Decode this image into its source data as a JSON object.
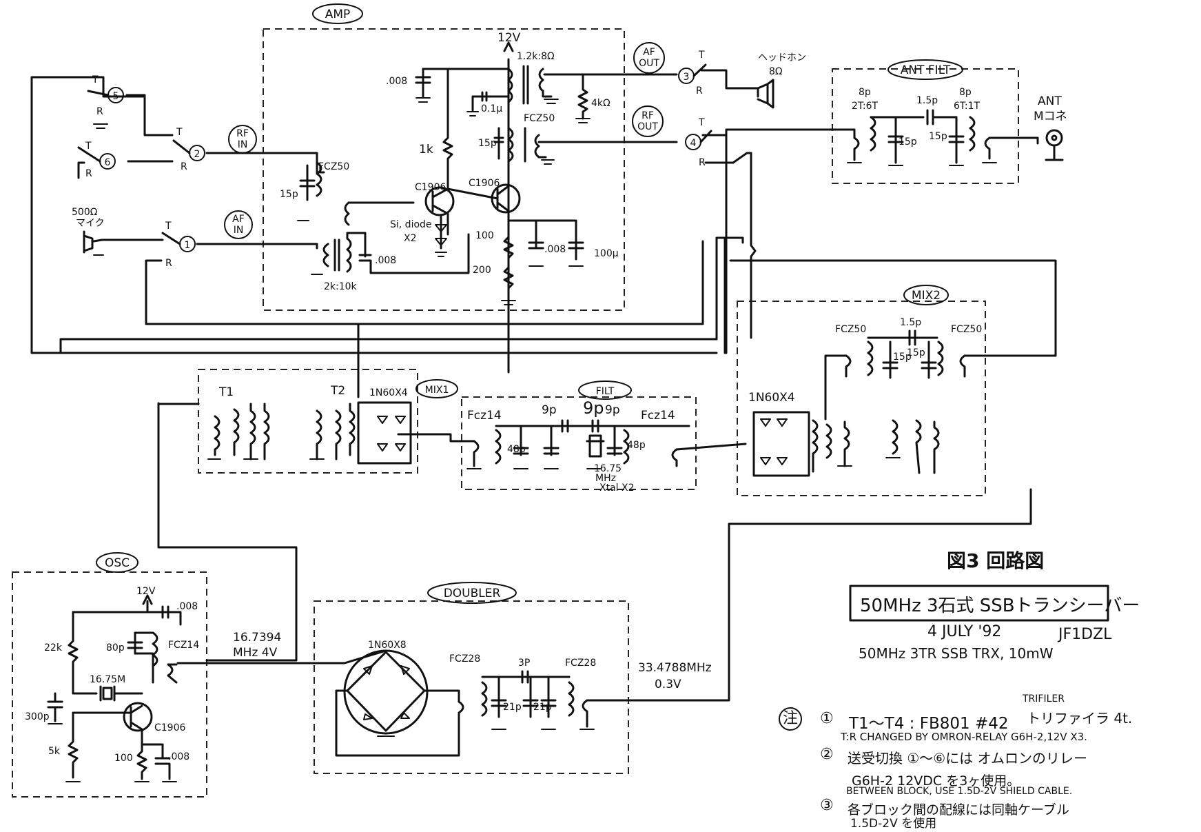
{
  "blocks": {
    "amp": "AMP",
    "ant_filt": "ANT FILT",
    "mix1": "MIX1",
    "mix2": "MIX2",
    "filt": "FILT",
    "osc": "OSC",
    "doubler": "DOUBLER"
  },
  "bubbles": {
    "rf_in": [
      "RF",
      "IN"
    ],
    "af_in": [
      "AF",
      "IN"
    ],
    "af_out": [
      "AF",
      "OUT"
    ],
    "rf_out": [
      "RF",
      "OUT"
    ]
  },
  "switches": {
    "s1": "1",
    "s2": "2",
    "s3": "3",
    "s4": "4",
    "s5": "5",
    "s6": "6",
    "t": "T",
    "r": "R"
  },
  "amp_labels": {
    "v12": "12V",
    "xfmr_out": "1.2k:8Ω",
    "cap_008": ".008",
    "cap_01": "0.1μ",
    "fcz250_out": "FCZ50",
    "r1k": "1k",
    "c15p": "15p",
    "q1": "C1906",
    "q2": "C1906",
    "fcz250_in": "FCZ50",
    "c15p_in": "15p",
    "diodes": "Si, diode",
    "diodes_n": "X2",
    "r100": "100",
    "r200": "200",
    "c008b": ".008",
    "c100u": "100μ",
    "r4k": "4kΩ",
    "c008c": ".008",
    "xfmr_in": "2k:10k"
  },
  "io_labels": {
    "headphone": "ヘッドホン",
    "hp_imp": "8Ω",
    "mic_imp": "500Ω",
    "mic": "マイク",
    "ant": "ANT",
    "mcon": "Mコネ"
  },
  "ant_filt_labels": {
    "c8p_a": "8p",
    "ratio_a": "2T:6T",
    "c15p_top": "1.5p",
    "c8p_b": "8p",
    "ratio_b": "6T:1T",
    "c15p_a": "15p",
    "c15p_b": "15p"
  },
  "mix1_labels": {
    "t1": "T1",
    "t2": "T2",
    "diodes": "1N60X4"
  },
  "filt_labels": {
    "fcz14_a": "Fcz14",
    "c9p_a": "9p",
    "c9p_b": "9p",
    "c9p_c": "9p",
    "fcz14_b": "Fcz14",
    "c48p_a": "48p",
    "c48p_b": "48p",
    "xtal_freq": "16.75",
    "xtal_unit": "MHz",
    "xtal_n": "Xtal X2"
  },
  "mix2_labels": {
    "fcz50_a": "FCZ50",
    "c15p_top": "1.5p",
    "fcz50_b": "FCZ50",
    "c15p_a": "15p",
    "c15p_b": "15p",
    "diodes": "1N60X4"
  },
  "osc_labels": {
    "v12": "12V",
    "c008": ".008",
    "r22k": "22k",
    "c80p": "80p",
    "fcz14": "FCZ14",
    "xtal": "16.75M",
    "c300p": "300p",
    "q": "C1906",
    "r5k": "5k",
    "r100": "100",
    "c008b": ".008"
  },
  "doubler_labels": {
    "diodes": "1N60X8",
    "fcz28_a": "FCZ28",
    "c3p": "3P",
    "fcz28_b": "FCZ28",
    "c21p_a": "21p",
    "c21p_b": "21p"
  },
  "signal_labels": {
    "osc_freq": "16.7394",
    "osc_unit_volt": "MHz 4V",
    "dbl_freq": "33.4788MHz",
    "dbl_volt": "0.3V"
  },
  "title_block": {
    "figure": "図3 回路図",
    "title": "50MHz 3石式 SSBトランシーバー",
    "date": "4 JULY '92",
    "callsign": "JF1DZL",
    "subtitle": "50MHz 3TR SSB TRX, 10mW"
  },
  "notes": {
    "marker": "注",
    "n1_num": "①",
    "n1_text": "T1〜T4 : FB801 #42",
    "n1_trifiler": "TRIFILER",
    "n1_kana": "トリファイラ 4t.",
    "n1_changed": "T:R CHANGED BY OMRON-RELAY G6H-2,12V X3.",
    "n2_num": "②",
    "n2_text": "送受切換 ①〜⑥には オムロンのリレー",
    "n2_text2": "G6H-2 12VDC を3ヶ使用。",
    "n2_between": "BETWEEN BLOCK, USE 1.5D-2V SHIELD CABLE.",
    "n3_num": "③",
    "n3_text": "各ブロック間の配線には同軸ケーブル",
    "n3_text2": "1.5D-2V を使用"
  }
}
